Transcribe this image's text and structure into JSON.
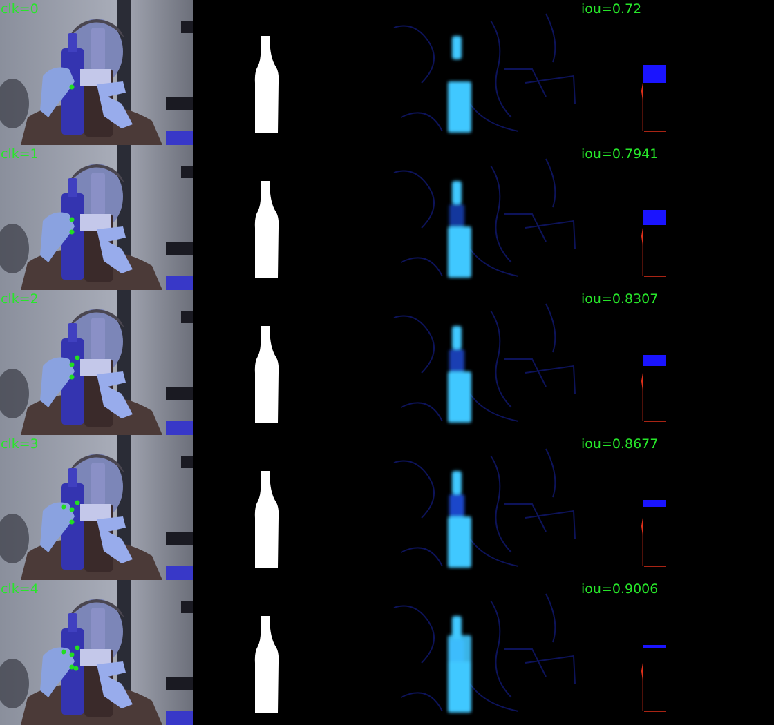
{
  "rows": [
    {
      "click_label": "clk=0",
      "iou_label": "iou=0.72",
      "clicks": 1
    },
    {
      "click_label": "clk=1",
      "iou_label": "iou=0.7941",
      "clicks": 2
    },
    {
      "click_label": "clk=2",
      "iou_label": "iou=0.8307",
      "clicks": 3
    },
    {
      "click_label": "clk=3",
      "iou_label": "iou=0.8677",
      "clicks": 4
    },
    {
      "click_label": "clk=4",
      "iou_label": "iou=0.9006",
      "clicks": 5
    }
  ],
  "colors": {
    "label_green": "#27e62a",
    "click_dot": "#22dd22",
    "mask_white": "#ffffff",
    "prob_blue": "#40c8ff",
    "error_blue": "#1a14ff",
    "error_red": "#e0301a"
  }
}
